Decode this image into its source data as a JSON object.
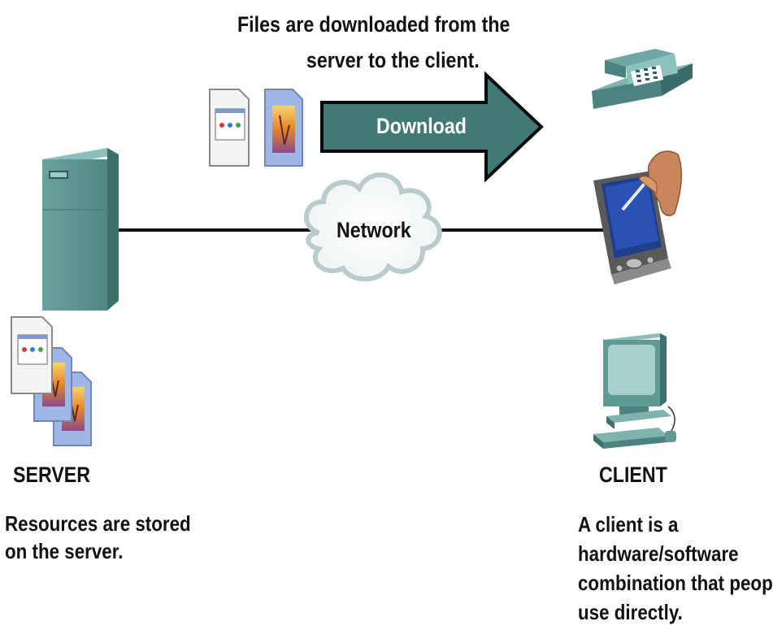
{
  "header": {
    "caption_line1": "Files are downloaded from the",
    "caption_line2": "server to the client."
  },
  "arrow": {
    "label": "Download"
  },
  "cloud": {
    "label": "Network"
  },
  "server": {
    "title": "SERVER",
    "desc_line1": "Resources are stored",
    "desc_line2": "on the server."
  },
  "client": {
    "title": "CLIENT",
    "desc_line1": "A client is a",
    "desc_line2": "hardware/software",
    "desc_line3": "combination that people",
    "desc_line4": "use directly."
  },
  "colors": {
    "teal_light": "#6fa8a3",
    "teal_dark": "#3e6f6b",
    "arrow_fill": "#417a74",
    "cloud_stroke": "#b9ccc9"
  },
  "icons": [
    "server-tower-icon",
    "document-stack-icon",
    "ip-phone-icon",
    "pda-icon",
    "desktop-computer-icon",
    "cloud-icon"
  ]
}
